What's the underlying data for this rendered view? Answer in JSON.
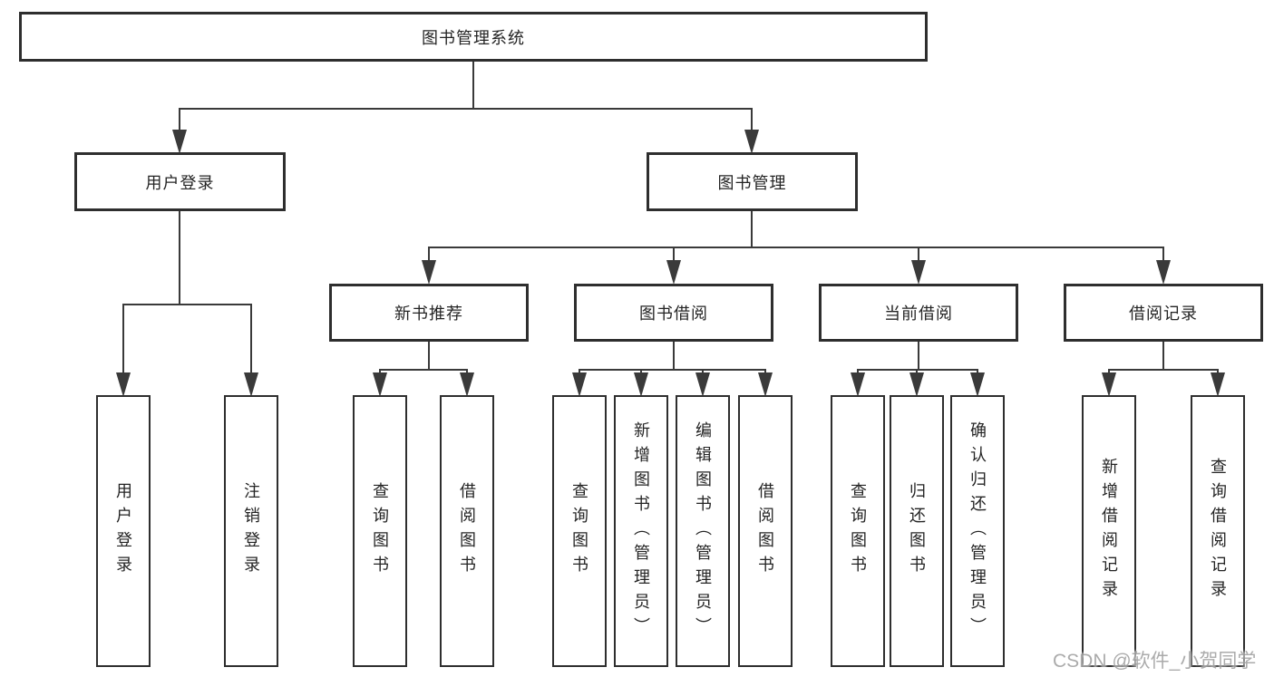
{
  "diagram": {
    "root": {
      "label": "图书管理系统"
    },
    "branches": [
      {
        "label": "用户登录",
        "children": [
          {
            "label": "用户登录"
          },
          {
            "label": "注销登录"
          }
        ]
      },
      {
        "label": "图书管理",
        "sections": [
          {
            "label": "新书推荐",
            "children": [
              {
                "label": "查询图书"
              },
              {
                "label": "借阅图书"
              }
            ]
          },
          {
            "label": "图书借阅",
            "children": [
              {
                "label": "查询图书"
              },
              {
                "label": "新增图书（管理员）"
              },
              {
                "label": "编辑图书（管理员）"
              },
              {
                "label": "借阅图书"
              }
            ]
          },
          {
            "label": "当前借阅",
            "children": [
              {
                "label": "查询图书"
              },
              {
                "label": "归还图书"
              },
              {
                "label": "确认归还（管理员）"
              }
            ]
          },
          {
            "label": "借阅记录",
            "children": [
              {
                "label": "新增借阅记录"
              },
              {
                "label": "查询借阅记录"
              }
            ]
          }
        ]
      }
    ]
  },
  "watermark": {
    "text": "CSDN @软件_小贺同学"
  },
  "colors": {
    "line": "#3a3a3a",
    "box_border": "#2e2e2e",
    "text": "#242424",
    "background": "#ffffff",
    "watermark": "#a3a3a3"
  }
}
